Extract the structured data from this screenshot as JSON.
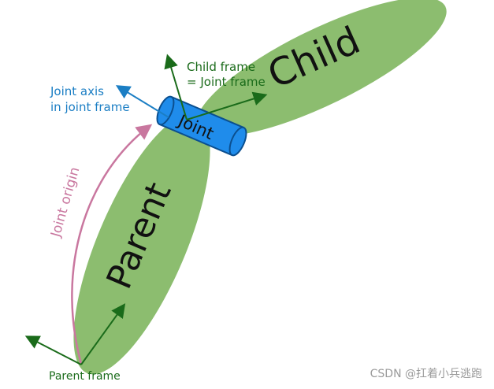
{
  "diagram": {
    "labels": {
      "child": "Child",
      "parent": "Parent",
      "joint": "Joint",
      "child_frame_line1": "Child frame",
      "child_frame_line2": "= Joint frame",
      "joint_axis_line1": "Joint axis",
      "joint_axis_line2": "in joint frame",
      "joint_origin": "Joint origin",
      "parent_frame": "Parent frame"
    },
    "watermark": "CSDN @扛着小兵逃跑"
  },
  "colors": {
    "link_fill": "#8cbd6f",
    "joint_fill": "#1f8ceb",
    "joint_stroke": "#0b4f8f",
    "frame_arrow": "#1a6b1a",
    "axis_arrow": "#1b7ec4",
    "origin_arrow": "#c9779f",
    "text_dark": "#111111",
    "watermark": "#9a9a9a"
  }
}
